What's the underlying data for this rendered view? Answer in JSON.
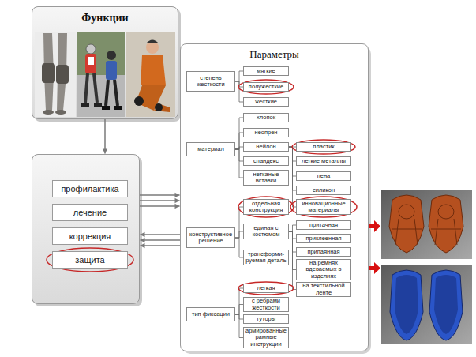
{
  "diagram": {
    "nodes": [
      {
        "text": [
          "Функции"
        ]
      },
      {
        "text": []
      },
      {
        "text": [
          "профилактика"
        ],
        "in": 1
      },
      {
        "text": [
          "лечение"
        ],
        "in": 1
      },
      {
        "text": [
          "коррекция"
        ],
        "in": 1
      },
      {
        "text": [
          "защита"
        ],
        "in": 1
      },
      {
        "text": [
          "Параметры"
        ]
      },
      {
        "text": [
          "степень жесткости"
        ],
        "in": 6
      },
      {
        "text": [
          "мягкие"
        ],
        "in": 6
      },
      {
        "text": [
          "полужесткие"
        ],
        "in": 6
      },
      {
        "text": [
          "жесткие"
        ],
        "in": 6
      },
      {
        "text": [
          "материал"
        ],
        "in": 6
      },
      {
        "text": [
          "хлопок"
        ],
        "in": 6
      },
      {
        "text": [
          "неопрен"
        ],
        "in": 6
      },
      {
        "text": [
          "нейлон"
        ],
        "in": 6
      },
      {
        "text": [
          "спандекс"
        ],
        "in": 6
      },
      {
        "text": [
          "нетканые вставки"
        ],
        "in": 6
      },
      {
        "text": [
          "пластик"
        ],
        "in": 6
      },
      {
        "text": [
          "легкие металлы"
        ],
        "in": 6
      },
      {
        "text": [
          "пена"
        ],
        "in": 6
      },
      {
        "text": [
          "силикон"
        ],
        "in": 6
      },
      {
        "text": [
          "инновационные материалы"
        ],
        "in": 6
      },
      {
        "text": [
          "конструктивное решение"
        ],
        "in": 6
      },
      {
        "text": [
          "отдельная конструкция"
        ],
        "in": 6
      },
      {
        "text": [
          "единая с костюмом"
        ],
        "in": 6
      },
      {
        "text": [
          "трансформи-руемая деталь"
        ],
        "in": 6
      },
      {
        "text": [
          "притачная"
        ],
        "in": 6
      },
      {
        "text": [
          "приклеенная"
        ],
        "in": 6
      },
      {
        "text": [
          "припаянная"
        ],
        "in": 6
      },
      {
        "text": [
          "на ремнях вдеваемых в изделиях"
        ],
        "in": 6
      },
      {
        "text": [
          "на текстильной ленте"
        ],
        "in": 6
      },
      {
        "text": [
          "тип фиксации"
        ],
        "in": 6
      },
      {
        "text": [
          "легкая"
        ],
        "in": 6
      },
      {
        "text": [
          "с ребрами жесткости"
        ],
        "in": 6
      },
      {
        "text": [
          "туторы"
        ],
        "in": 6
      },
      {
        "text": [
          "армированные рамные инструкции"
        ],
        "in": 6
      }
    ],
    "edges": [
      {
        "from": 0,
        "to": 1,
        "arrow": "to"
      },
      {
        "from": 1,
        "to": 6,
        "arrow": "to"
      },
      {
        "from": 1,
        "to": 6,
        "arrow": "to"
      },
      {
        "from": 1,
        "to": 6,
        "arrow": "to"
      },
      {
        "from": 6,
        "to": 1,
        "arrow": "to"
      },
      {
        "from": 6,
        "to": 1,
        "arrow": "to"
      },
      {
        "from": 6,
        "to": 1,
        "arrow": "to"
      },
      {
        "from": 7,
        "to": 8,
        "arrow": "none"
      },
      {
        "from": 7,
        "to": 9,
        "arrow": "none"
      },
      {
        "from": 7,
        "to": 10,
        "arrow": "none"
      },
      {
        "from": 11,
        "to": 12,
        "arrow": "none"
      },
      {
        "from": 11,
        "to": 13,
        "arrow": "none"
      },
      {
        "from": 11,
        "to": 14,
        "arrow": "none"
      },
      {
        "from": 11,
        "to": 15,
        "arrow": "none"
      },
      {
        "from": 11,
        "to": 16,
        "arrow": "none"
      },
      {
        "from": 14,
        "to": 17,
        "arrow": "none"
      },
      {
        "from": 14,
        "to": 18,
        "arrow": "none"
      },
      {
        "from": 14,
        "to": 19,
        "arrow": "none"
      },
      {
        "from": 14,
        "to": 20,
        "arrow": "none"
      },
      {
        "from": 14,
        "to": 21,
        "arrow": "none"
      },
      {
        "from": 22,
        "to": 23,
        "arrow": "none"
      },
      {
        "from": 22,
        "to": 24,
        "arrow": "none"
      },
      {
        "from": 22,
        "to": 25,
        "arrow": "none"
      },
      {
        "from": 24,
        "to": 26,
        "arrow": "none"
      },
      {
        "from": 24,
        "to": 27,
        "arrow": "none"
      },
      {
        "from": 24,
        "to": 28,
        "arrow": "none"
      },
      {
        "from": 24,
        "to": 29,
        "arrow": "none"
      },
      {
        "from": 24,
        "to": 30,
        "arrow": "none"
      },
      {
        "from": 31,
        "to": 32,
        "arrow": "none"
      },
      {
        "from": 31,
        "to": 33,
        "arrow": "none"
      },
      {
        "from": 31,
        "to": 34,
        "arrow": "none"
      },
      {
        "from": 31,
        "to": 35,
        "arrow": "none"
      }
    ]
  }
}
